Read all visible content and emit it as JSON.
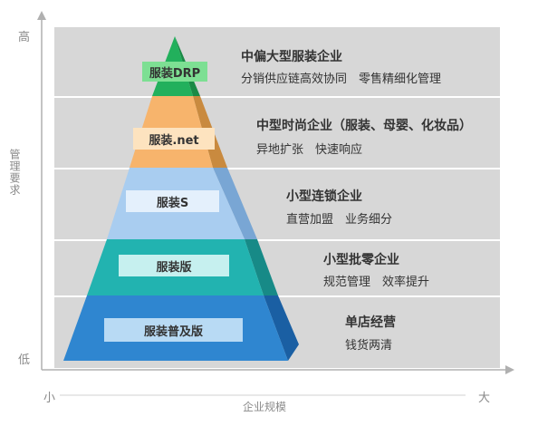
{
  "axes": {
    "y_high": "高",
    "y_low": "低",
    "y_title": "管理要求",
    "x_small": "小",
    "x_large": "大",
    "x_title": "企业规模"
  },
  "tiers": [
    {
      "product": "服装DRP",
      "title": "中偏大型服装企业",
      "desc": "分销供应链高效协同　零售精细化管理",
      "front": "#22b05c",
      "side": "#1a8a46",
      "label_bg": "#7ddf93"
    },
    {
      "product": "服装.net",
      "title": "中型时尚企业（服装、母婴、化妆品）",
      "desc": "异地扩张　快速响应",
      "front": "#f7b46c",
      "side": "#c98a3f",
      "label_bg": "#fde3bf"
    },
    {
      "product": "服装S",
      "title": "小型连锁企业",
      "desc": "直营加盟　业务细分",
      "front": "#a9cdf0",
      "side": "#79a6d4",
      "label_bg": "#e4f0fc"
    },
    {
      "product": "服装版",
      "title": "小型批零企业",
      "desc": "规范管理　效率提升",
      "front": "#22b3b0",
      "side": "#178a87",
      "label_bg": "#c6f0ef"
    },
    {
      "product": "服装普及版",
      "title": "单店经营",
      "desc": "钱货两清",
      "front": "#2f86d0",
      "side": "#1a5fa3",
      "label_bg": "#b8daf4"
    }
  ],
  "band_color": "#d7d7d7"
}
